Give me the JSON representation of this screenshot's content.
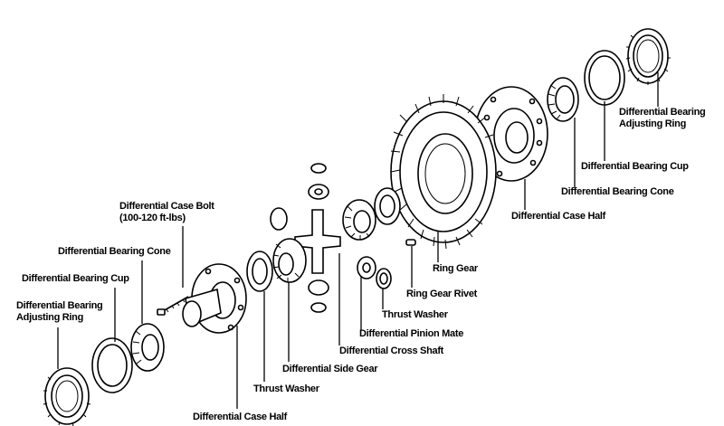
{
  "labels": {
    "adj_ring_right_1": "Differential Bearing",
    "adj_ring_right_2": "Adjusting  Ring",
    "bearing_cup_right": "Differential Bearing Cup",
    "bearing_cone_right": "Differential Bearing Cone",
    "case_half_right": "Differential Case Half",
    "ring_gear": "Ring Gear",
    "ring_gear_rivet": "Ring Gear Rivet",
    "thrust_washer_right": "Thrust Washer",
    "pinion_mate": "Differential Pinion Mate",
    "cross_shaft": "Differential Cross Shaft",
    "side_gear": "Differential Side Gear",
    "thrust_washer_left": "Thrust Washer",
    "case_half_left": "Differential Case Half",
    "case_bolt_1": "Differential Case Bolt",
    "case_bolt_2": "(100-120 ft-lbs)",
    "bearing_cone_left": "Differential Bearing Cone",
    "bearing_cup_left": "Differential Bearing Cup",
    "adj_ring_left_1": "Differential Bearing",
    "adj_ring_left_2": "Adjusting  Ring"
  }
}
